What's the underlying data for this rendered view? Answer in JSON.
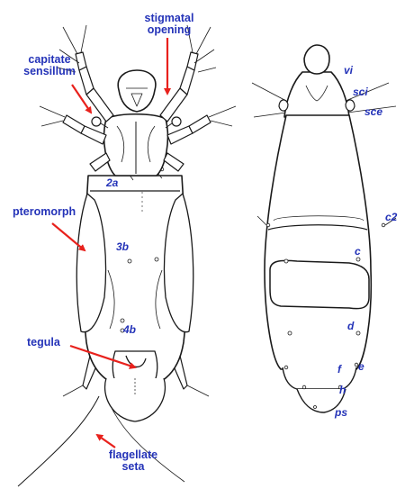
{
  "labels": {
    "stigmatal_opening": [
      "stigmatal",
      "opening"
    ],
    "capitate_sensillum": [
      "capitate",
      "sensillum"
    ],
    "pteromorph": "pteromorph",
    "tegula": "tegula",
    "flagellate_seta": [
      "flagellate",
      "seta"
    ]
  },
  "ventral_setae": {
    "s2a": "2a",
    "s3b": "3b",
    "s4b": "4b"
  },
  "dorsal_setae": {
    "vi": "vi",
    "sci": "sci",
    "sce": "sce",
    "c2": "c2",
    "c": "c",
    "d": "d",
    "f": "f",
    "e": "e",
    "h": "h",
    "ps": "ps"
  },
  "colors": {
    "label": "#2433b8",
    "arrow": "#e8211c",
    "outline": "#1a1a1a"
  }
}
